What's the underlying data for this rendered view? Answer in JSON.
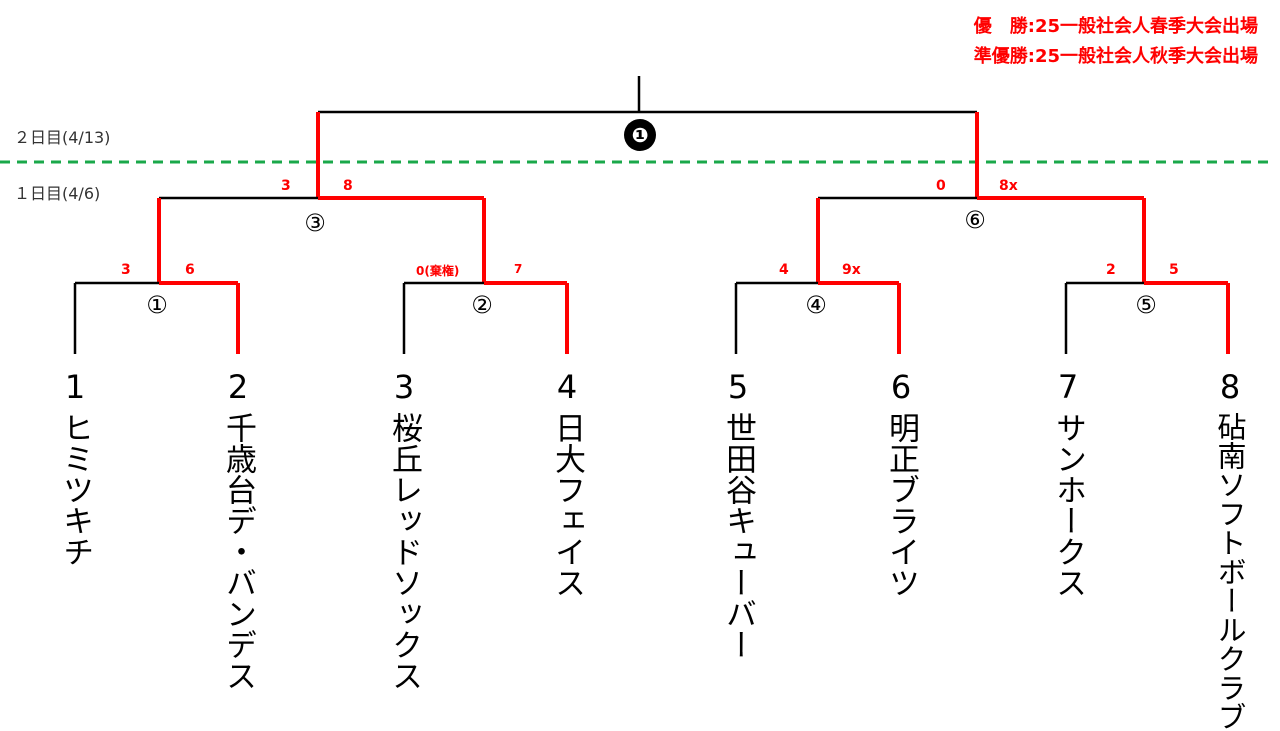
{
  "notes": {
    "winner": "優　勝:25一般社会人春季大会出場",
    "runner_up": "準優勝:25一般社会人秋季大会出場"
  },
  "days": {
    "day2": "２日目(4/13)",
    "day1": "１日目(4/6)"
  },
  "colors": {
    "win_line": "#ff0000",
    "base_line": "#000000",
    "divider": "#1aa84a",
    "score": "#ff0000"
  },
  "final": {
    "label": "❶"
  },
  "matches": [
    {
      "label": "①",
      "left_score": "3",
      "right_score": "6"
    },
    {
      "label": "②",
      "left_score": "0(棄権)",
      "right_score": "7"
    },
    {
      "label": "④",
      "left_score": "4",
      "right_score": "9x"
    },
    {
      "label": "⑤",
      "left_score": "2",
      "right_score": "5"
    },
    {
      "label": "③",
      "left_score": "3",
      "right_score": "8"
    },
    {
      "label": "⑥",
      "left_score": "0",
      "right_score": "8x"
    }
  ],
  "teams": [
    {
      "seed": "1",
      "name": "ヒミツキチ"
    },
    {
      "seed": "2",
      "name": "千歳台デ・バンデス"
    },
    {
      "seed": "3",
      "name": "桜丘レッドソックス"
    },
    {
      "seed": "4",
      "name": "日大フェイス"
    },
    {
      "seed": "5",
      "name": "世田谷キューバー"
    },
    {
      "seed": "6",
      "name": "明正ブライツ"
    },
    {
      "seed": "7",
      "name": "サンホークス"
    },
    {
      "seed": "8",
      "name": "砧南ソフトボールクラブ"
    }
  ]
}
